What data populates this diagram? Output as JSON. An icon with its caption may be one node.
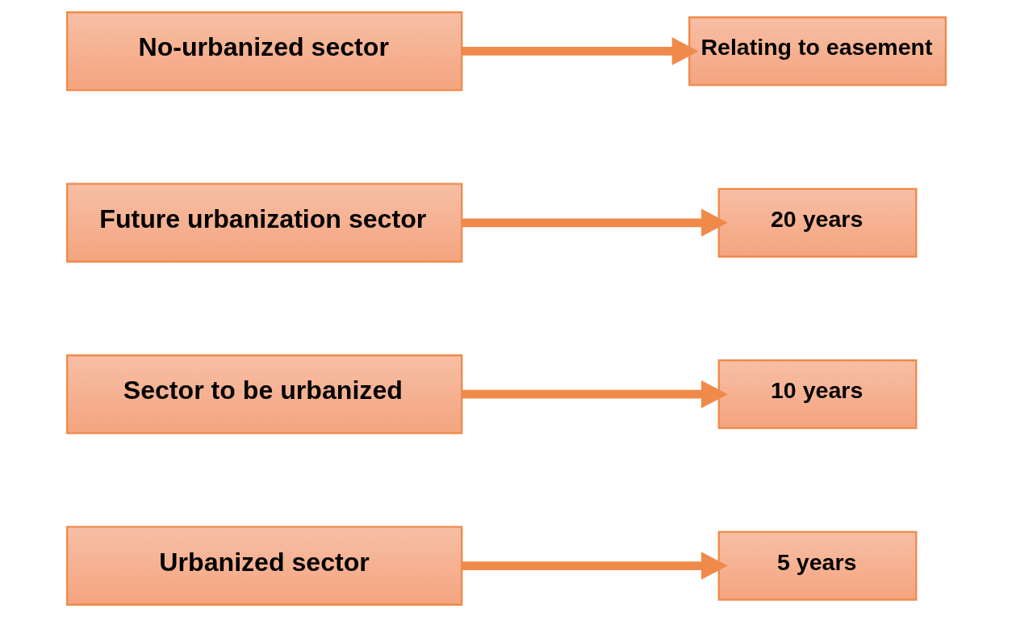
{
  "diagram": {
    "nodes": [
      {
        "text": [
          "Urbanized sector"
        ]
      },
      {
        "text": [
          "5 years"
        ]
      },
      {
        "text": [
          "Sector to be urbanized"
        ]
      },
      {
        "text": [
          "10 years"
        ]
      },
      {
        "text": [
          "Future urbanization sector"
        ]
      },
      {
        "text": [
          "20 years"
        ]
      },
      {
        "text": [
          "No-urbanized sector"
        ]
      },
      {
        "text": [
          "Relating to easement"
        ]
      }
    ],
    "edges": [
      {
        "from": 0,
        "to": 1,
        "arrow": "to"
      },
      {
        "from": 2,
        "to": 3,
        "arrow": "to"
      },
      {
        "from": 4,
        "to": 5,
        "arrow": "to"
      },
      {
        "from": 6,
        "to": 7,
        "arrow": "to"
      }
    ]
  }
}
